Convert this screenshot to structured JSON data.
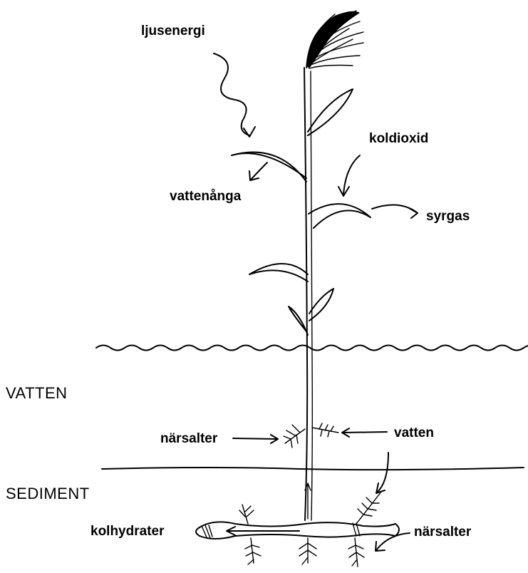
{
  "labels": {
    "ljusenergi": "ljusenergi",
    "koldioxid": "koldioxid",
    "vattenanga": "vattenånga",
    "syrgas": "syrgas",
    "narsalter_water": "närsalter",
    "vatten": "vatten",
    "kolhydrater": "kolhydrater",
    "narsalter_sediment": "närsalter"
  },
  "zones": {
    "water": "VATTEN",
    "sediment": "SEDIMENT"
  }
}
